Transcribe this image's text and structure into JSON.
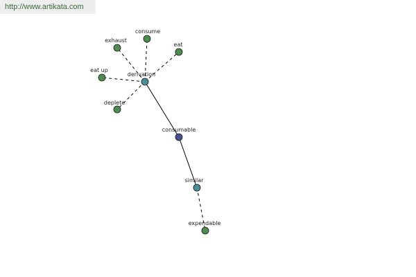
{
  "site_url": "http://www.artikata.com",
  "colors": {
    "leaf": "#4f8c4f",
    "relation": "#4a8f98",
    "root": "#4a4f8f",
    "edge": "#000000",
    "url_text": "#3a6a3a"
  },
  "nodes": [
    {
      "id": "exhaust",
      "label": "exhaust",
      "kind": "leaf"
    },
    {
      "id": "consume",
      "label": "consume",
      "kind": "leaf"
    },
    {
      "id": "eat",
      "label": "eat",
      "kind": "leaf"
    },
    {
      "id": "eat_up",
      "label": "eat up",
      "kind": "leaf"
    },
    {
      "id": "deplete",
      "label": "deplete",
      "kind": "leaf"
    },
    {
      "id": "derivation",
      "label": "derivation",
      "kind": "relation"
    },
    {
      "id": "consumable",
      "label": "consumable",
      "kind": "root"
    },
    {
      "id": "similar",
      "label": "similar",
      "kind": "relation"
    },
    {
      "id": "expendable",
      "label": "expendable",
      "kind": "leaf"
    }
  ],
  "edges": [
    {
      "from": "derivation",
      "to": "exhaust",
      "style": "dashed"
    },
    {
      "from": "derivation",
      "to": "consume",
      "style": "dashed"
    },
    {
      "from": "derivation",
      "to": "eat",
      "style": "dashed"
    },
    {
      "from": "derivation",
      "to": "eat_up",
      "style": "dashed"
    },
    {
      "from": "derivation",
      "to": "deplete",
      "style": "dashed"
    },
    {
      "from": "consumable",
      "to": "derivation",
      "style": "solid"
    },
    {
      "from": "consumable",
      "to": "similar",
      "style": "solid"
    },
    {
      "from": "similar",
      "to": "expendable",
      "style": "dashed"
    }
  ]
}
